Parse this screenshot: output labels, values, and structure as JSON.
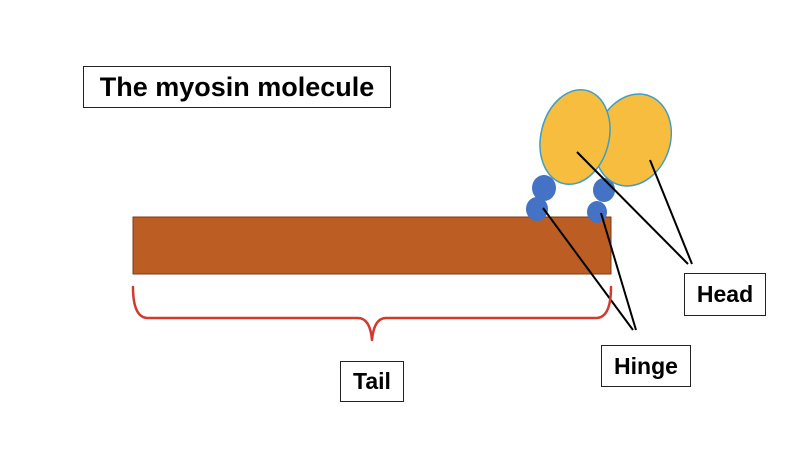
{
  "title": "The myosin molecule",
  "labels": {
    "head": "Head",
    "hinge": "Hinge",
    "tail": "Tail"
  },
  "colors": {
    "tail_fill": "#bc5d24",
    "head_fill": "#f6bd3f",
    "head_stroke": "#3d9ec4",
    "hinge_fill": "#4472c4",
    "bracket": "#d23a2c",
    "pointer_line": "#000000"
  }
}
